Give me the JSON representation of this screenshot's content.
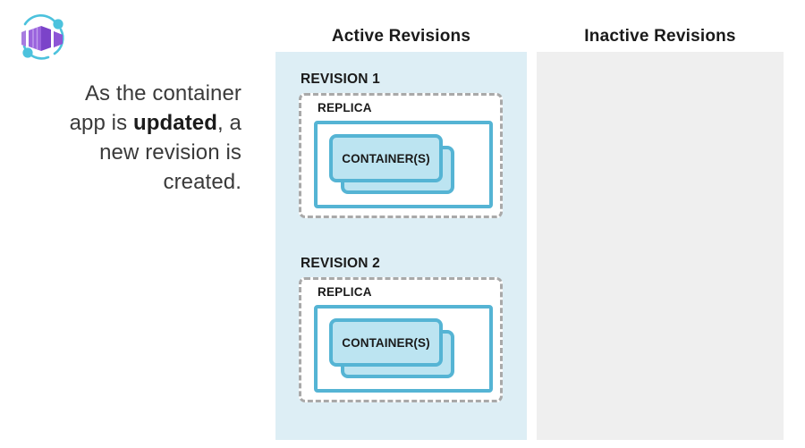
{
  "logo": {
    "icon": "azure-container-apps-icon",
    "colors": {
      "container_purple_light": "#a77ce0",
      "container_purple_mid": "#9a63dd",
      "container_purple_dark": "#7b43c9",
      "orbit_cyan": "#4cc2dd"
    }
  },
  "caption": {
    "line1": "As the container",
    "line2_pre": "app is ",
    "line2_bold": "updated",
    "line2_post": ", a",
    "line3": "new revision is",
    "line4": "created."
  },
  "columns": {
    "active": {
      "header": "Active Revisions",
      "panel_color": "#ddeef5"
    },
    "inactive": {
      "header": "Inactive Revisions",
      "panel_color": "#efefef",
      "revisions": []
    }
  },
  "theme": {
    "blue_border": "#55b4d4",
    "container_fill": "#bce4f1",
    "dashed_gray": "#a9a9a9",
    "text_dark": "#1a1a1a"
  },
  "revisions": [
    {
      "label": "REVISION 1",
      "replica_label": "REPLICA",
      "container_label": "CONTAINER(S)"
    },
    {
      "label": "REVISION 2",
      "replica_label": "REPLICA",
      "container_label": "CONTAINER(S)"
    }
  ]
}
